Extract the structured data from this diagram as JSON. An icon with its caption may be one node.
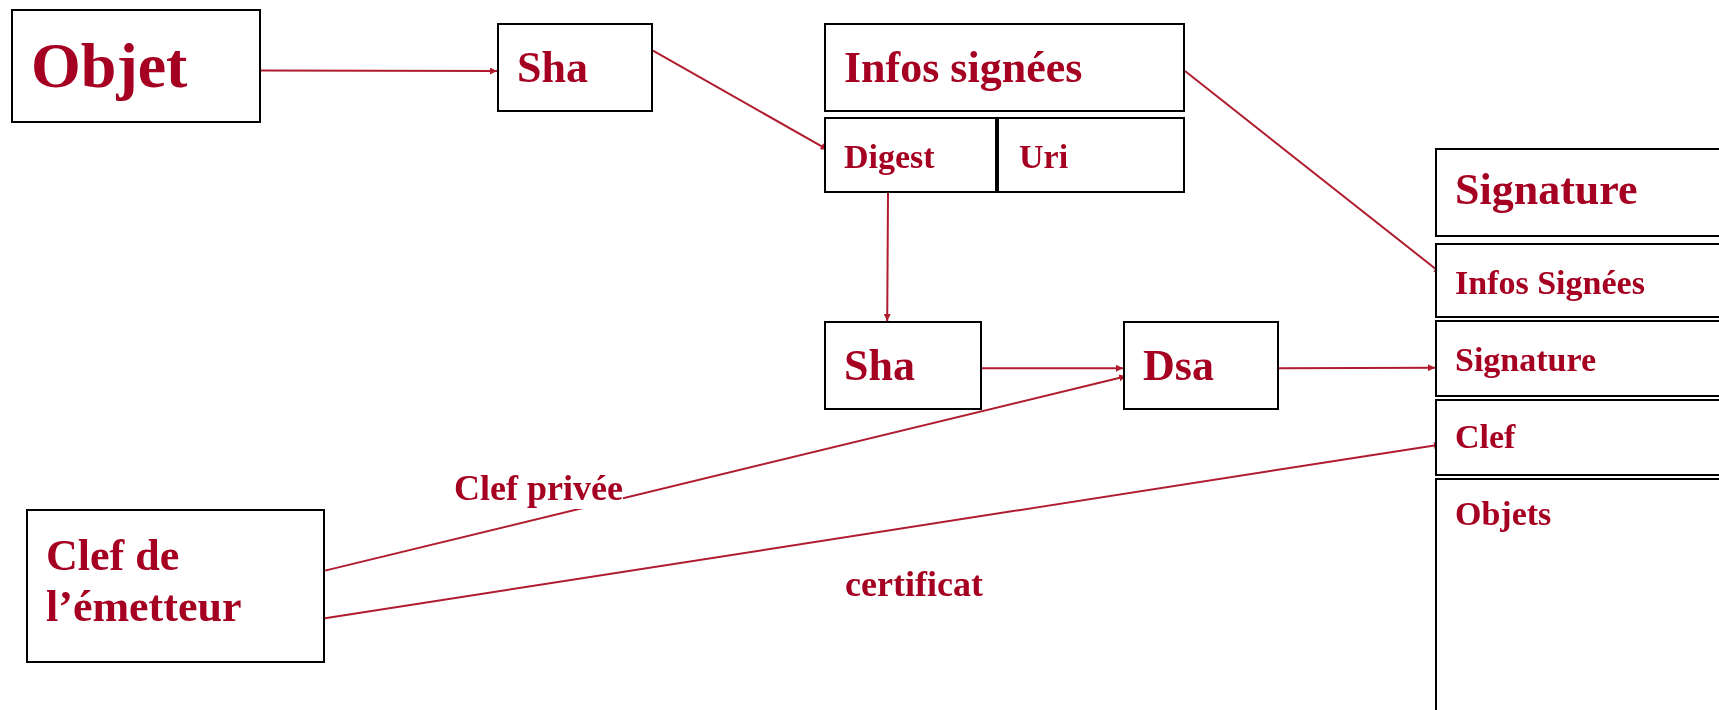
{
  "diagram": {
    "nodes": [
      {
        "text": [
          "Objet"
        ]
      },
      {
        "text": [
          "Sha"
        ]
      },
      {
        "text": [
          "Infos signées"
        ]
      },
      {
        "text": [
          "Digest"
        ]
      },
      {
        "text": [
          "Uri"
        ]
      },
      {
        "text": [
          "Sha"
        ]
      },
      {
        "text": [
          "Dsa"
        ]
      },
      {
        "text": [
          "Clef de l’émetteur"
        ]
      },
      {
        "text": [
          "Signature"
        ]
      },
      {
        "text": [
          "Infos Signées"
        ]
      },
      {
        "text": [
          "Signature"
        ]
      },
      {
        "text": [
          "Clef"
        ]
      },
      {
        "text": [
          "Objets"
        ]
      }
    ],
    "edges": [
      {
        "from": 0,
        "to": 1,
        "arrow": "to"
      },
      {
        "from": 1,
        "to": 3,
        "arrow": "to"
      },
      {
        "from": 2,
        "to": 9,
        "arrow": "to"
      },
      {
        "from": 3,
        "to": 5,
        "arrow": "to"
      },
      {
        "from": 5,
        "to": 6,
        "arrow": "to"
      },
      {
        "from": 6,
        "to": 10,
        "arrow": "to"
      },
      {
        "from": 7,
        "to": 6,
        "arrow": "to",
        "label": "Clef privée"
      },
      {
        "from": 7,
        "to": 11,
        "arrow": "to",
        "label": "certificat"
      }
    ]
  }
}
